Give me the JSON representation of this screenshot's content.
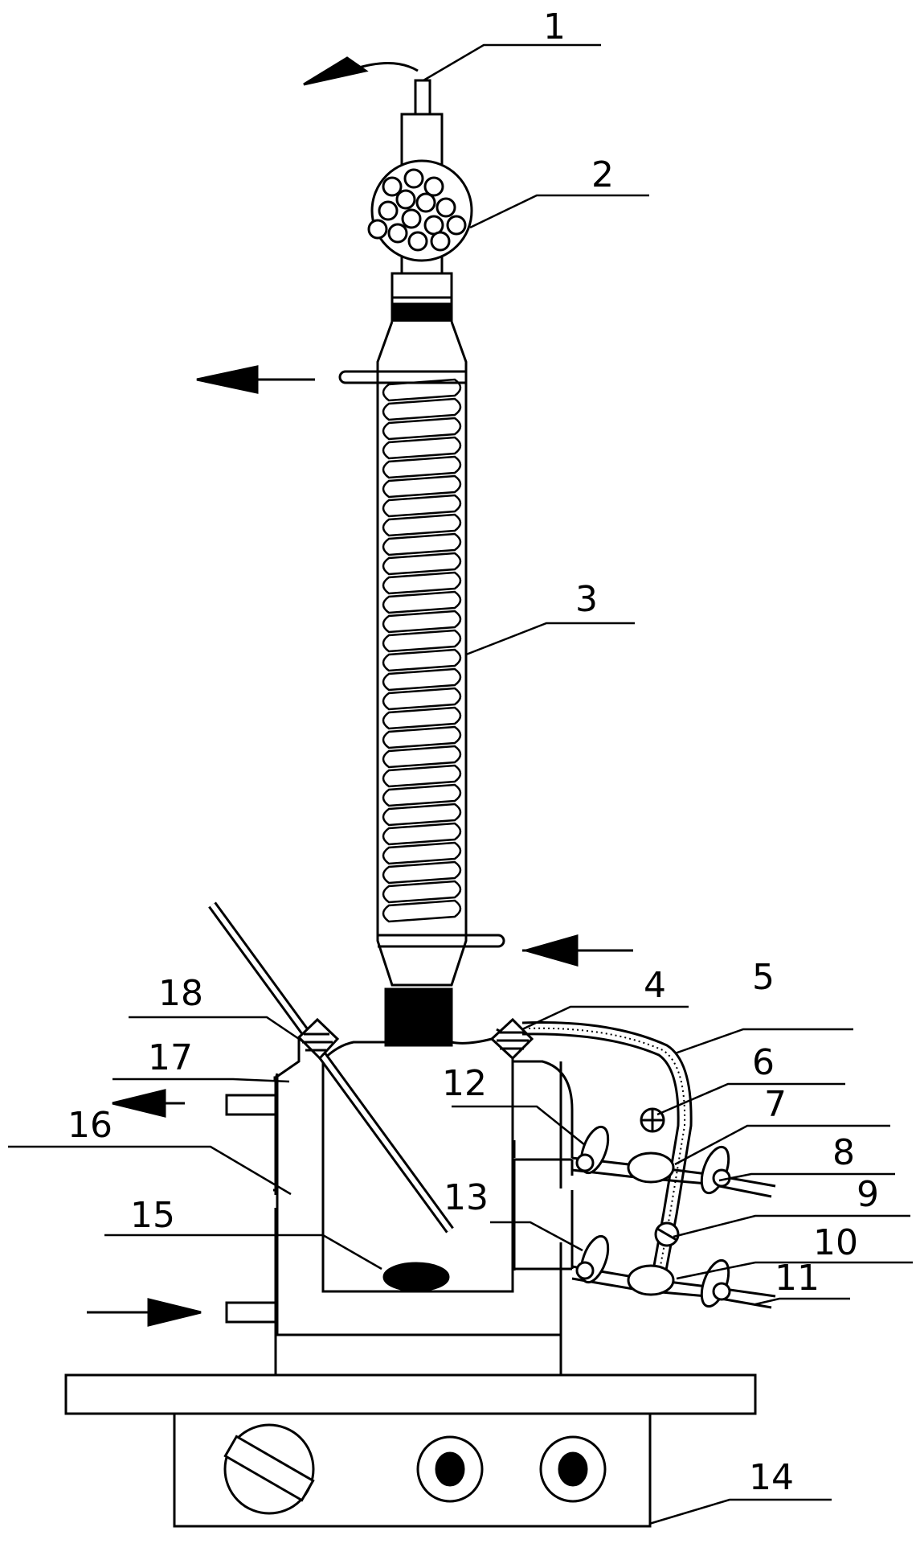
{
  "figure": {
    "stroke_color": "#000000",
    "background": "#ffffff",
    "labels": [
      "1",
      "2",
      "3",
      "4",
      "5",
      "6",
      "7",
      "8",
      "9",
      "10",
      "11",
      "12",
      "13",
      "14",
      "15",
      "16",
      "17",
      "18"
    ],
    "arrows": [
      "gas-out-left",
      "coolant-out-left",
      "coolant-in-left",
      "jacket-out-left",
      "jacket-in-right"
    ]
  }
}
